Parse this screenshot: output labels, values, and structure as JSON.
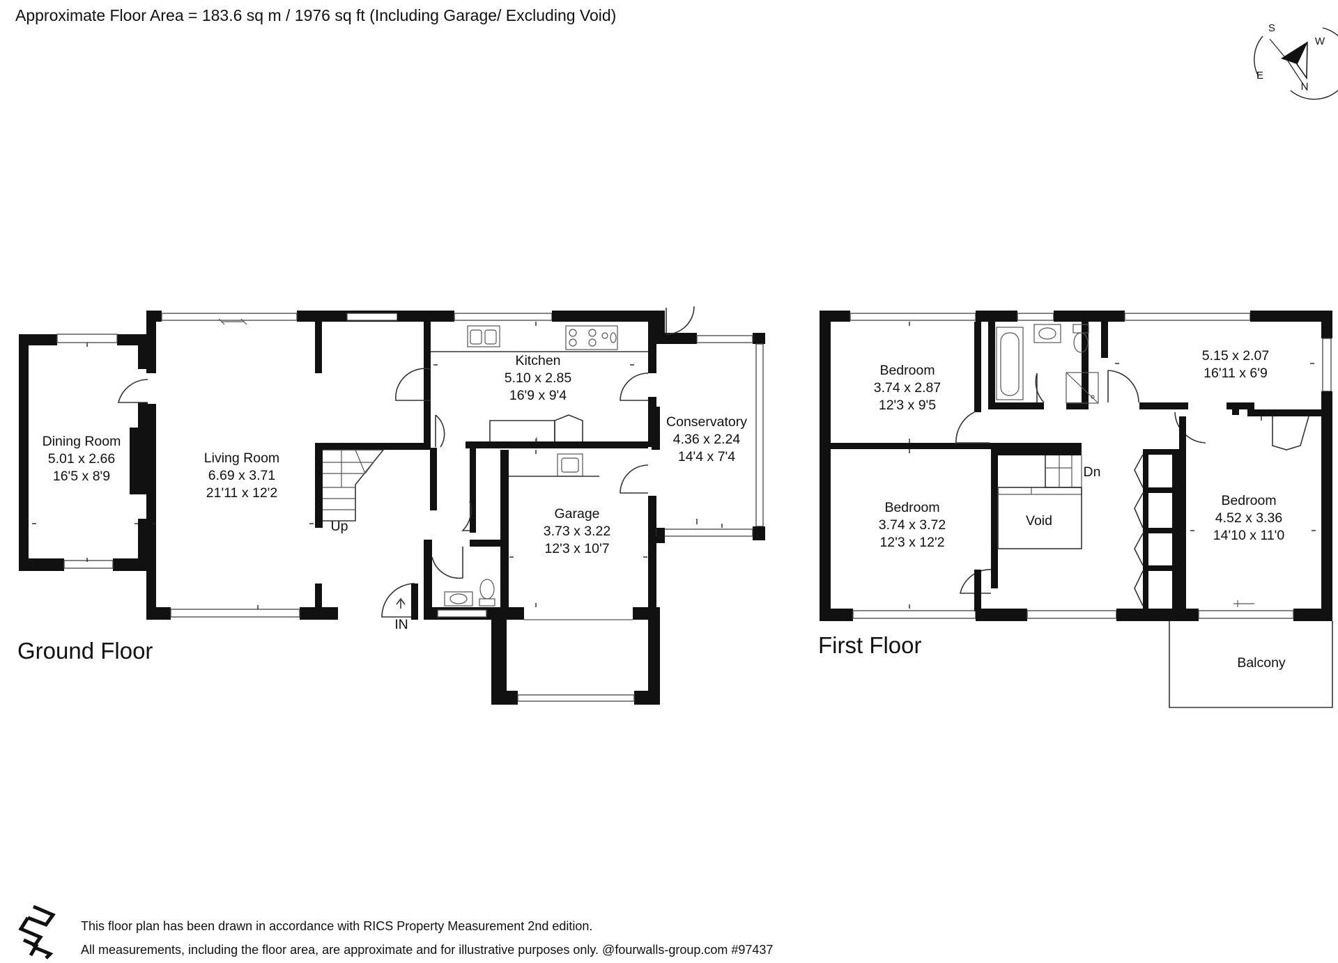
{
  "header": {
    "area_text": "Approximate Floor Area = 183.6 sq m / 1976 sq ft (Including Garage/ Excluding Void)"
  },
  "compass": {
    "labels": {
      "s": "S",
      "w": "W",
      "e": "E",
      "n": "N"
    },
    "icon": "compass-icon"
  },
  "ground_floor": {
    "title": "Ground Floor",
    "rooms": {
      "dining": {
        "name": "Dining Room",
        "metric": "5.01 x 2.66",
        "imperial": "16'5 x 8'9"
      },
      "living": {
        "name": "Living Room",
        "metric": "6.69 x 3.71",
        "imperial": "21'11 x 12'2"
      },
      "kitchen": {
        "name": "Kitchen",
        "metric": "5.10 x 2.85",
        "imperial": "16'9 x 9'4"
      },
      "conservatory": {
        "name": "Conservatory",
        "metric": "4.36 x 2.24",
        "imperial": "14'4 x 7'4"
      },
      "garage": {
        "name": "Garage",
        "metric": "3.73 x 3.22",
        "imperial": "12'3 x 10'7"
      }
    },
    "markers": {
      "up": "Up",
      "entrance": "IN"
    }
  },
  "first_floor": {
    "title": "First Floor",
    "rooms": {
      "bedroom1": {
        "name": "Bedroom",
        "metric": "3.74 x 2.87",
        "imperial": "12'3 x 9'5"
      },
      "room_top_right": {
        "metric": "5.15 x 2.07",
        "imperial": "16'11 x 6'9"
      },
      "bedroom2": {
        "name": "Bedroom",
        "metric": "3.74 x 3.72",
        "imperial": "12'3 x 12'2"
      },
      "bedroom3": {
        "name": "Bedroom",
        "metric": "4.52 x 3.36",
        "imperial": "14'10 x 11'0"
      },
      "void": {
        "name": "Void"
      },
      "balcony": {
        "name": "Balcony"
      }
    },
    "markers": {
      "down": "Dn"
    }
  },
  "footer": {
    "line1": "This floor plan has been drawn in accordance with RICS Property Measurement 2nd edition.",
    "line2": "All measurements, including the floor area, are approximate and for illustrative purposes only. @fourwalls-group.com #97437",
    "logo_icon": "fourwalls-logo-icon"
  },
  "colors": {
    "wall": "#111111",
    "line": "#333333",
    "background": "#ffffff"
  }
}
